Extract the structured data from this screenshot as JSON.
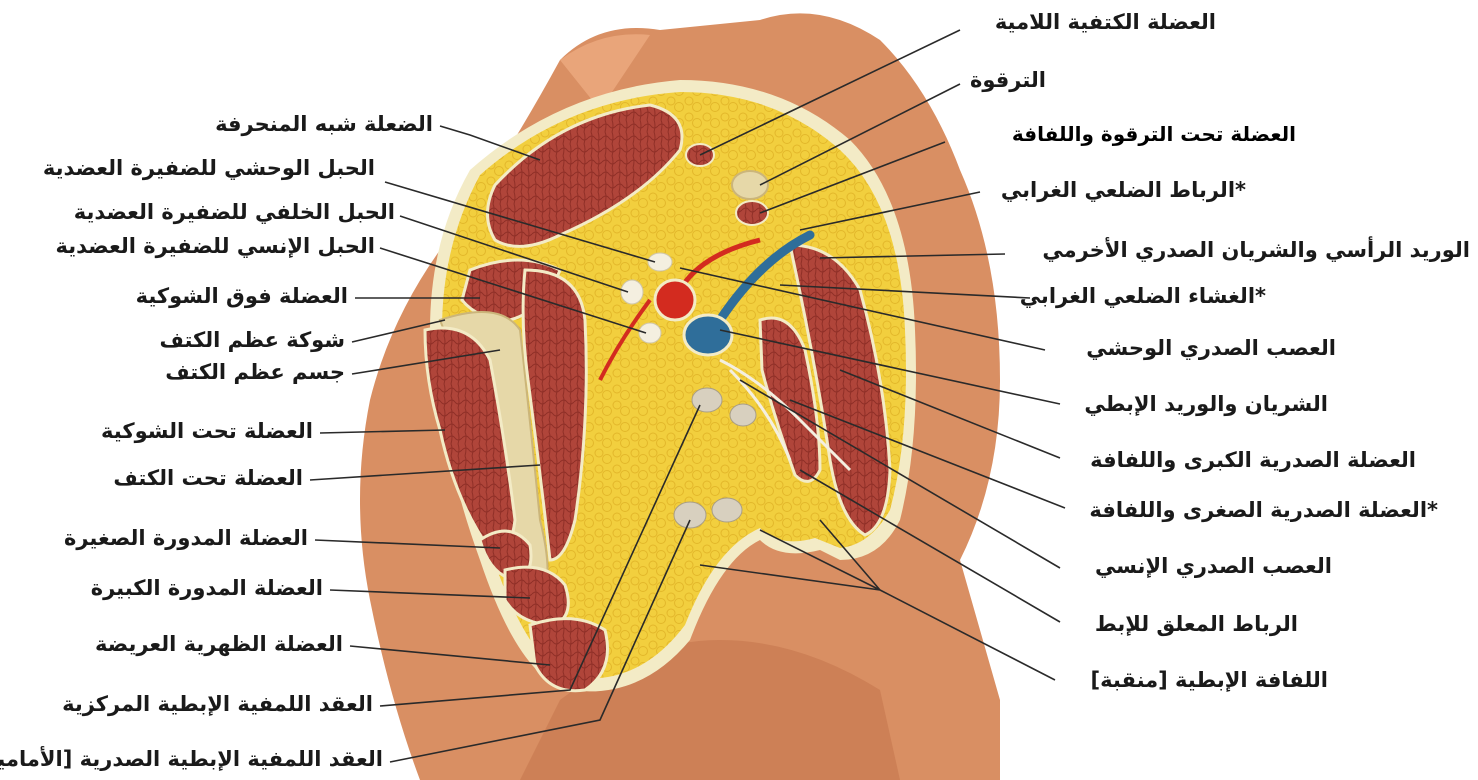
{
  "title": "",
  "labels_left": [
    {
      "id": "trapezius",
      "text": "الضعلة شبه المنحرفة"
    },
    {
      "id": "lateral-cord",
      "text": "الحبل الوحشي للضفيرة العضدية"
    },
    {
      "id": "posterior-cord",
      "text": "الحبل الخلفي للضفيرة العضدية"
    },
    {
      "id": "medial-cord",
      "text": "الحبل الإنسي للضفيرة العضدية"
    },
    {
      "id": "supraspinatus",
      "text": "العضلة فوق الشوكية"
    },
    {
      "id": "scapula-spine",
      "text": "شوكة عظم الكتف"
    },
    {
      "id": "scapula-body",
      "text": "جسم عظم الكتف"
    },
    {
      "id": "infraspinatus",
      "text": "العضلة تحت الشوكية"
    },
    {
      "id": "subscapularis",
      "text": "العضلة تحت الكتف"
    },
    {
      "id": "teres-minor",
      "text": "العضلة المدورة الصغيرة"
    },
    {
      "id": "teres-major",
      "text": "العضلة المدورة الكبيرة"
    },
    {
      "id": "latissimus-dorsi",
      "text": "العضلة الظهرية العريضة"
    },
    {
      "id": "central-axillary-nodes",
      "text": "العقد اللمفية الإبطية المركزية"
    },
    {
      "id": "pectoral-axillary-nodes",
      "text": "العقد اللمفية الإبطية الصدرية [الأمامية]"
    }
  ],
  "labels_right": [
    {
      "id": "omohyoid",
      "text": "العضلة الكتفية اللامية"
    },
    {
      "id": "clavicle",
      "text": "الترقوة"
    },
    {
      "id": "subclavius",
      "text": "العضلة تحت الترقوة واللفافة"
    },
    {
      "id": "costocoracoid-ligament",
      "text": "*الرباط الضلعي الغرابي"
    },
    {
      "id": "cephalic-thoracoacromial",
      "text": "الوريد الرأسي والشريان الصدري الأخرمي"
    },
    {
      "id": "costocoracoid-membrane",
      "text": "*الغشاء الضلعي الغرابي"
    },
    {
      "id": "lateral-pectoral-nerve",
      "text": "العصب الصدري الوحشي"
    },
    {
      "id": "axillary-vessels",
      "text": "الشريان والوريد الإبطي"
    },
    {
      "id": "pectoralis-major",
      "text": "العضلة الصدرية الكبرى واللفافة"
    },
    {
      "id": "pectoralis-minor",
      "text": "*العضلة الصدرية الصغرى واللفافة"
    },
    {
      "id": "medial-pectoral-nerve",
      "text": "العصب الصدري الإنسي"
    },
    {
      "id": "suspensory-ligament",
      "text": "الرباط المعلق للإبط"
    },
    {
      "id": "axillary-fascia",
      "text": "اللفافة الإبطية [منقبة]"
    }
  ],
  "colors": {
    "skin": "#d98f63",
    "skin_dark": "#c0744a",
    "fat": "#f2cf3e",
    "fat_light": "#f7dd6a",
    "muscle": "#b0453a",
    "muscle_light": "#c8604d",
    "fascia": "#f3ebc6",
    "bone": "#e6d8a8",
    "artery": "#d32b1f",
    "vein": "#2f6e9a",
    "nerve": "#f4efe0",
    "node": "#d8d0bf",
    "leader": "#2a2a2a"
  }
}
